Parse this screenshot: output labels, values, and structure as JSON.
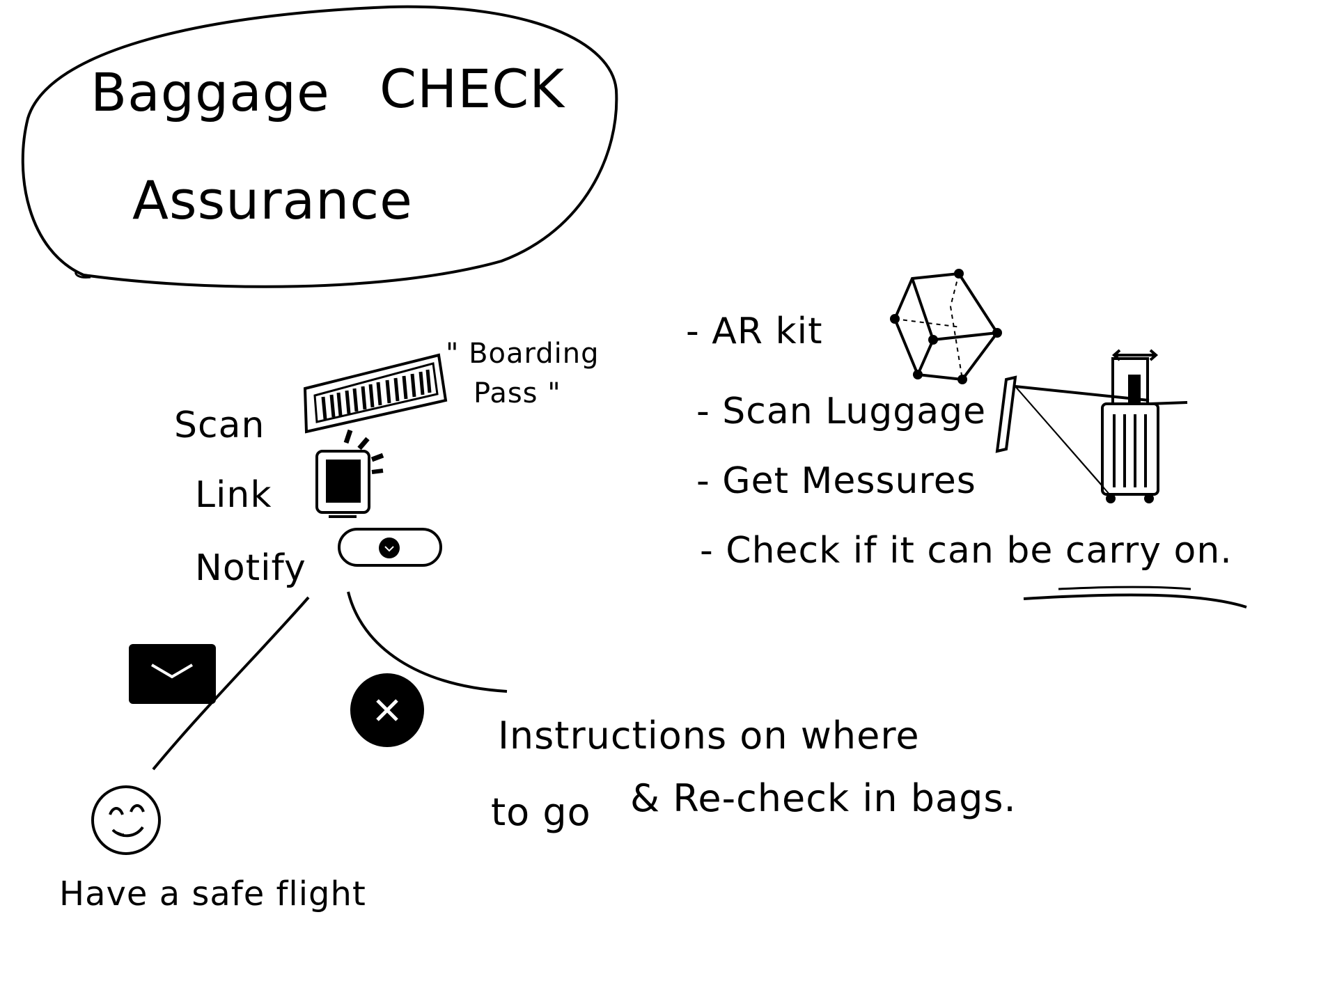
{
  "title": {
    "line1_a": "Baggage",
    "line1_b": "CHECK",
    "line2": "Assurance"
  },
  "flow": {
    "scan": "Scan",
    "link": "Link",
    "notify": "Notify",
    "boarding_pass_line1": "\" Boarding",
    "boarding_pass_line2": "Pass \""
  },
  "outcomes": {
    "success_message": "Have a safe flight",
    "failure_line1": "Instructions on where",
    "failure_line2a": "to go",
    "failure_line2b": "& Re-check in bags."
  },
  "features": [
    "- AR kit",
    "- Scan Luggage",
    "- Get Messures",
    "- Check if it can be carry on."
  ],
  "icons": {
    "barcode": "barcode-icon",
    "phone": "phone-icon",
    "toggle": "toggle-icon",
    "envelope": "envelope-icon",
    "close": "close-icon",
    "smiley": "smiley-icon",
    "cube": "cube-icon",
    "suitcase": "suitcase-icon"
  }
}
